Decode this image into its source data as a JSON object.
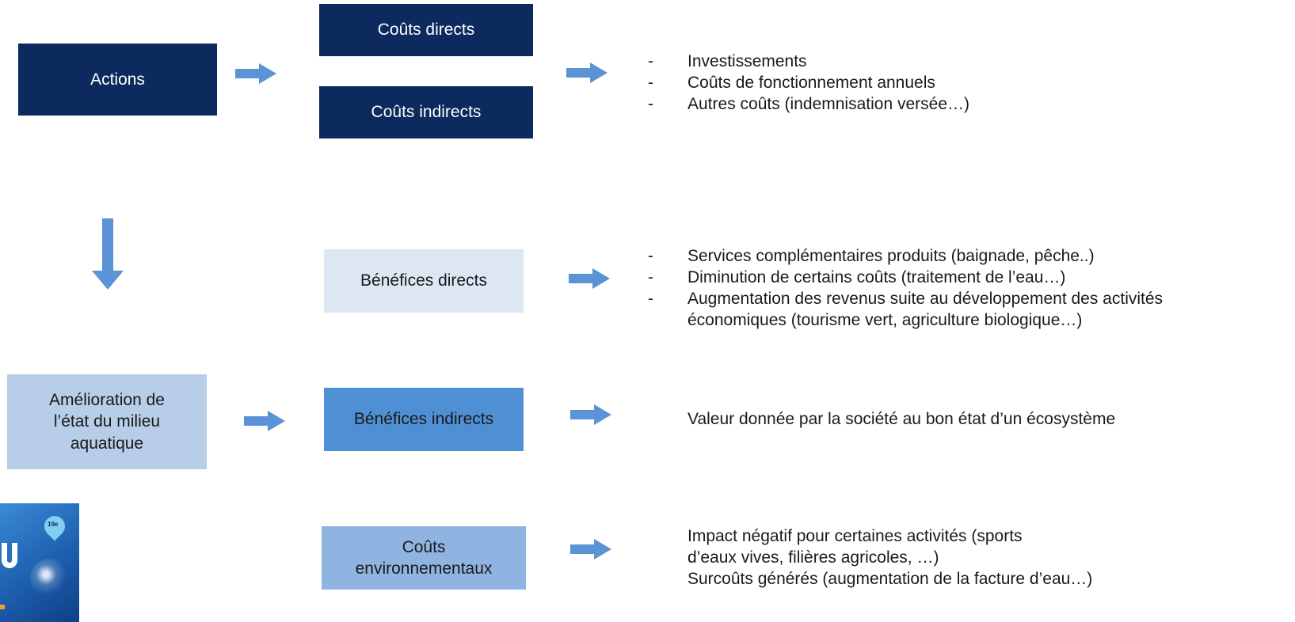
{
  "colors": {
    "dark": "#0d2a5e",
    "light": "#dde7f3",
    "mid": "#b7cde8",
    "bright": "#4f8fd4",
    "soft": "#8fb4e2",
    "arrow": "#5a93d6"
  },
  "boxes": {
    "actions": "Actions",
    "couts_directs": "Coûts directs",
    "couts_indirects": "Coûts indirects",
    "benefices_directs": "Bénéfices directs",
    "amelioration": "Amélioration de l’état du milieu aquatique",
    "benefices_indirects": "Bénéfices indirects",
    "couts_environnementaux": "Coûts environnementaux"
  },
  "couts_list": [
    "Investissements",
    "Coûts de fonctionnement annuels",
    "Autres coûts (indemnisation versée…)"
  ],
  "benefices_directs_list": [
    "Services complémentaires produits (baignade, pêche..)",
    "Diminution de certains coûts (traitement de l’eau…)",
    "Augmentation des revenus suite au développement des activités économiques (tourisme vert, agriculture biologique…)"
  ],
  "benefices_indirects_text": "Valeur donnée par la société au bon état d’un écosystème",
  "couts_env_text": [
    "Impact négatif pour certaines activités (sports d’eaux vives, filières agricoles, …)",
    "Surcoûts générés (augmentation de la facture d’eau…)"
  ],
  "logo": {
    "icon": "water-splash-logo",
    "badge_text": "19e"
  }
}
